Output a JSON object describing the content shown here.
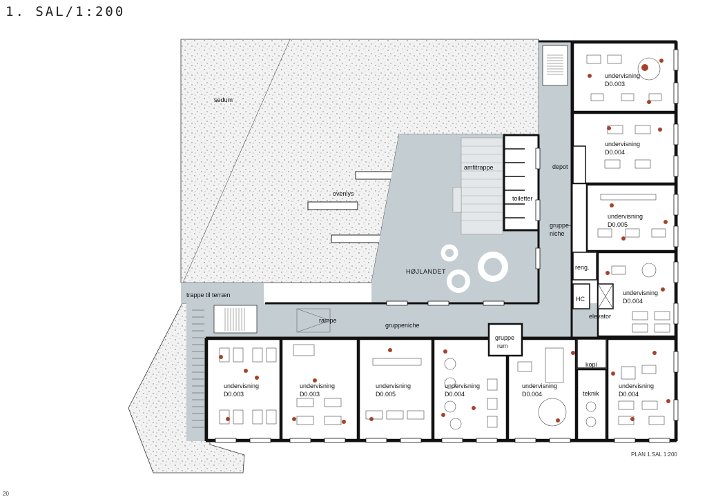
{
  "title": "1. SAL/1:200",
  "plan_label": "PLAN 1.SAL 1:200",
  "page_number": "20",
  "colors": {
    "corridor": "#c3cdd2",
    "wall": "#111111",
    "sedum_bg": "#f1f1f1",
    "accent_dot": "#a5432a"
  },
  "labels": {
    "sedum": "sedum",
    "ovenlys": "ovenlys",
    "amfitrappe": "amfitrappe",
    "toiletter": "toiletter",
    "depot": "depot",
    "gruppeniche_right_1": "gruppe-",
    "gruppeniche_right_2": "niche",
    "hojlandet": "HØJLANDET",
    "trappe": "trappe til terræn",
    "rampe": "rampe",
    "gruppeniche": "gruppeniche",
    "grupperum_1": "gruppe",
    "grupperum_2": "rum",
    "reng": "reng.",
    "hc": "HC",
    "elevator": "elevator",
    "kopi": "kopi",
    "teknik": "teknik"
  },
  "rooms": [
    {
      "name": "undervisning",
      "code": "D0.003"
    },
    {
      "name": "undervisning",
      "code": "D0.004"
    },
    {
      "name": "undervisning",
      "code": "D0.005"
    },
    {
      "name": "undervisning",
      "code": "D0.004"
    },
    {
      "name": "undervisning",
      "code": "D0.003"
    },
    {
      "name": "undervisning",
      "code": "D0.003"
    },
    {
      "name": "undervisning",
      "code": "D0.005"
    },
    {
      "name": "undervisning",
      "code": "D0.004"
    },
    {
      "name": "undervisning",
      "code": "D0.004"
    },
    {
      "name": "undervisning",
      "code": "D0.004"
    }
  ]
}
